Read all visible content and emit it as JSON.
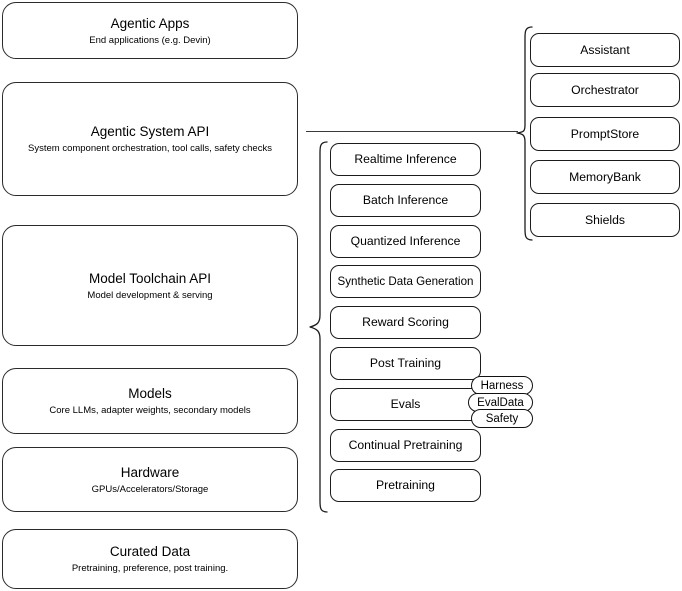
{
  "diagram": {
    "title": "Agentic stack layered architecture diagram",
    "stroke_color": "#1c1c1c",
    "background_color": "#ffffff"
  },
  "layers": [
    {
      "id": "agentic-apps",
      "title": "Agentic Apps",
      "subtitle": "End applications (e.g. Devin)"
    },
    {
      "id": "agentic-system-api",
      "title": "Agentic System API",
      "subtitle": "System component orchestration, tool calls, safety checks"
    },
    {
      "id": "model-toolchain-api",
      "title": "Model Toolchain API",
      "subtitle": "Model development & serving"
    },
    {
      "id": "models",
      "title": "Models",
      "subtitle": "Core LLMs, adapter weights, secondary models"
    },
    {
      "id": "hardware",
      "title": "Hardware",
      "subtitle": "GPUs/Accelerators/Storage"
    },
    {
      "id": "curated-data",
      "title": "Curated Data",
      "subtitle": "Pretraining, preference, post training."
    }
  ],
  "toolchain_items": [
    {
      "id": "realtime-inference",
      "label": "Realtime Inference"
    },
    {
      "id": "batch-inference",
      "label": "Batch Inference"
    },
    {
      "id": "quantized-inference",
      "label": "Quantized Inference"
    },
    {
      "id": "synthetic-data-generation",
      "label": "Synthetic Data Generation"
    },
    {
      "id": "reward-scoring",
      "label": "Reward Scoring"
    },
    {
      "id": "post-training",
      "label": "Post Training"
    },
    {
      "id": "evals",
      "label": "Evals"
    },
    {
      "id": "continual-pretraining",
      "label": "Continual Pretraining"
    },
    {
      "id": "pretraining",
      "label": "Pretraining"
    }
  ],
  "evals_badges": [
    {
      "id": "harness",
      "label": "Harness"
    },
    {
      "id": "evaldata",
      "label": "EvalData"
    },
    {
      "id": "safety",
      "label": "Safety"
    }
  ],
  "system_items": [
    {
      "id": "assistant",
      "label": "Assistant"
    },
    {
      "id": "orchestrator",
      "label": "Orchestrator"
    },
    {
      "id": "promptstore",
      "label": "PromptStore"
    },
    {
      "id": "memorybank",
      "label": "MemoryBank"
    },
    {
      "id": "shields",
      "label": "Shields"
    }
  ]
}
